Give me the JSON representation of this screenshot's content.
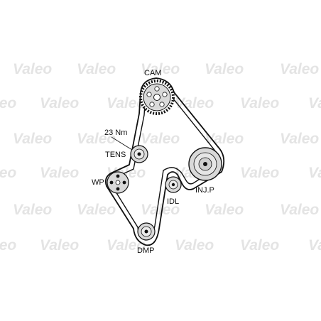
{
  "watermark": {
    "text": "Valeo",
    "color": "#e4e4e4"
  },
  "labels": {
    "cam": "CAM",
    "torque": "23 Nm",
    "tens": "TENS",
    "wp": "WP",
    "idl": "IDL",
    "injp": "INJ.P",
    "dmp": "DMP"
  },
  "colors": {
    "belt": "#111111",
    "pulley_fill": "#d9d9d9",
    "pulley_edge": "#111111"
  }
}
